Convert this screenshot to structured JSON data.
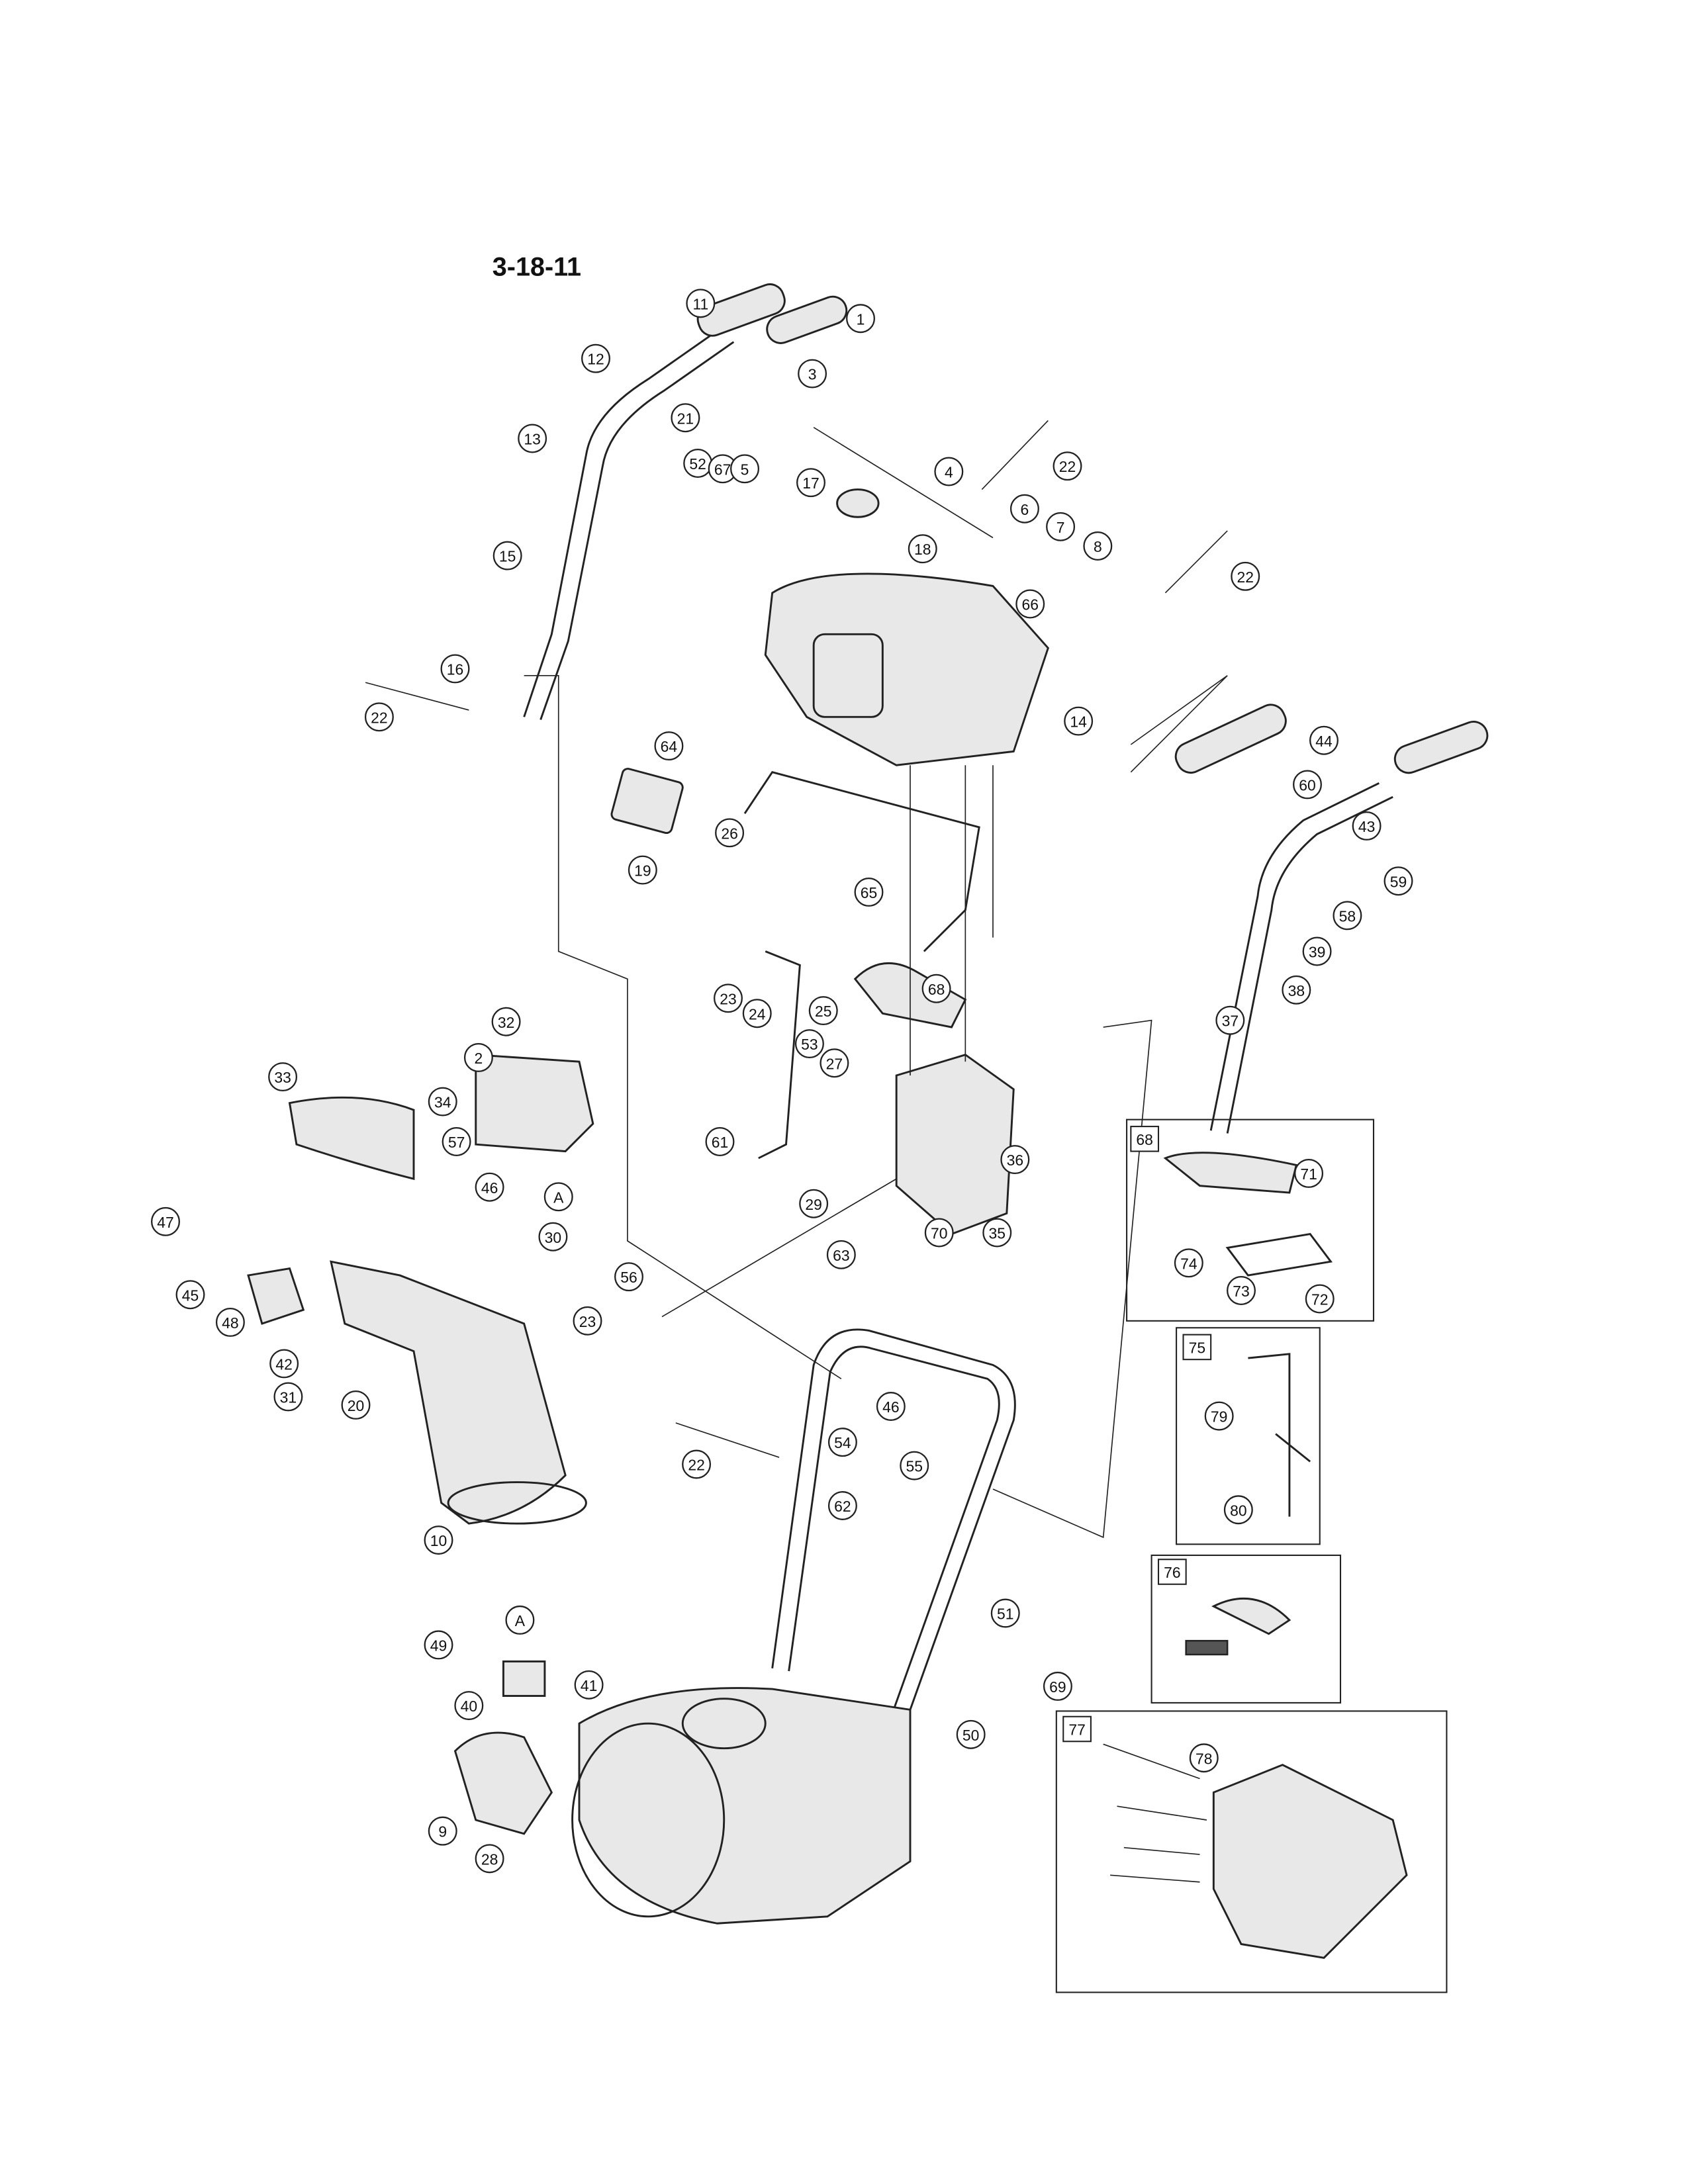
{
  "diagram": {
    "title": "3-18-11",
    "callouts": [
      "11",
      "1",
      "12",
      "3",
      "13",
      "21",
      "52",
      "67",
      "5",
      "22",
      "4",
      "17",
      "6",
      "7",
      "8",
      "18",
      "15",
      "66",
      "22",
      "16",
      "22",
      "14",
      "64",
      "44",
      "26",
      "60",
      "43",
      "19",
      "59",
      "65",
      "58",
      "39",
      "38",
      "68",
      "23",
      "25",
      "24",
      "37",
      "32",
      "2",
      "53",
      "27",
      "34",
      "33",
      "61",
      "36",
      "71",
      "A",
      "57",
      "46",
      "30",
      "29",
      "47",
      "70",
      "35",
      "45",
      "63",
      "74",
      "73",
      "72",
      "56",
      "48",
      "23",
      "42",
      "79",
      "31",
      "20",
      "46",
      "54",
      "55",
      "22",
      "80",
      "62",
      "10",
      "51",
      "A",
      "49",
      "41",
      "40",
      "69",
      "78",
      "50",
      "9",
      "28"
    ],
    "inset_boxes": [
      {
        "label": "68"
      },
      {
        "label": "75"
      },
      {
        "label": "76"
      },
      {
        "label": "77"
      }
    ]
  }
}
